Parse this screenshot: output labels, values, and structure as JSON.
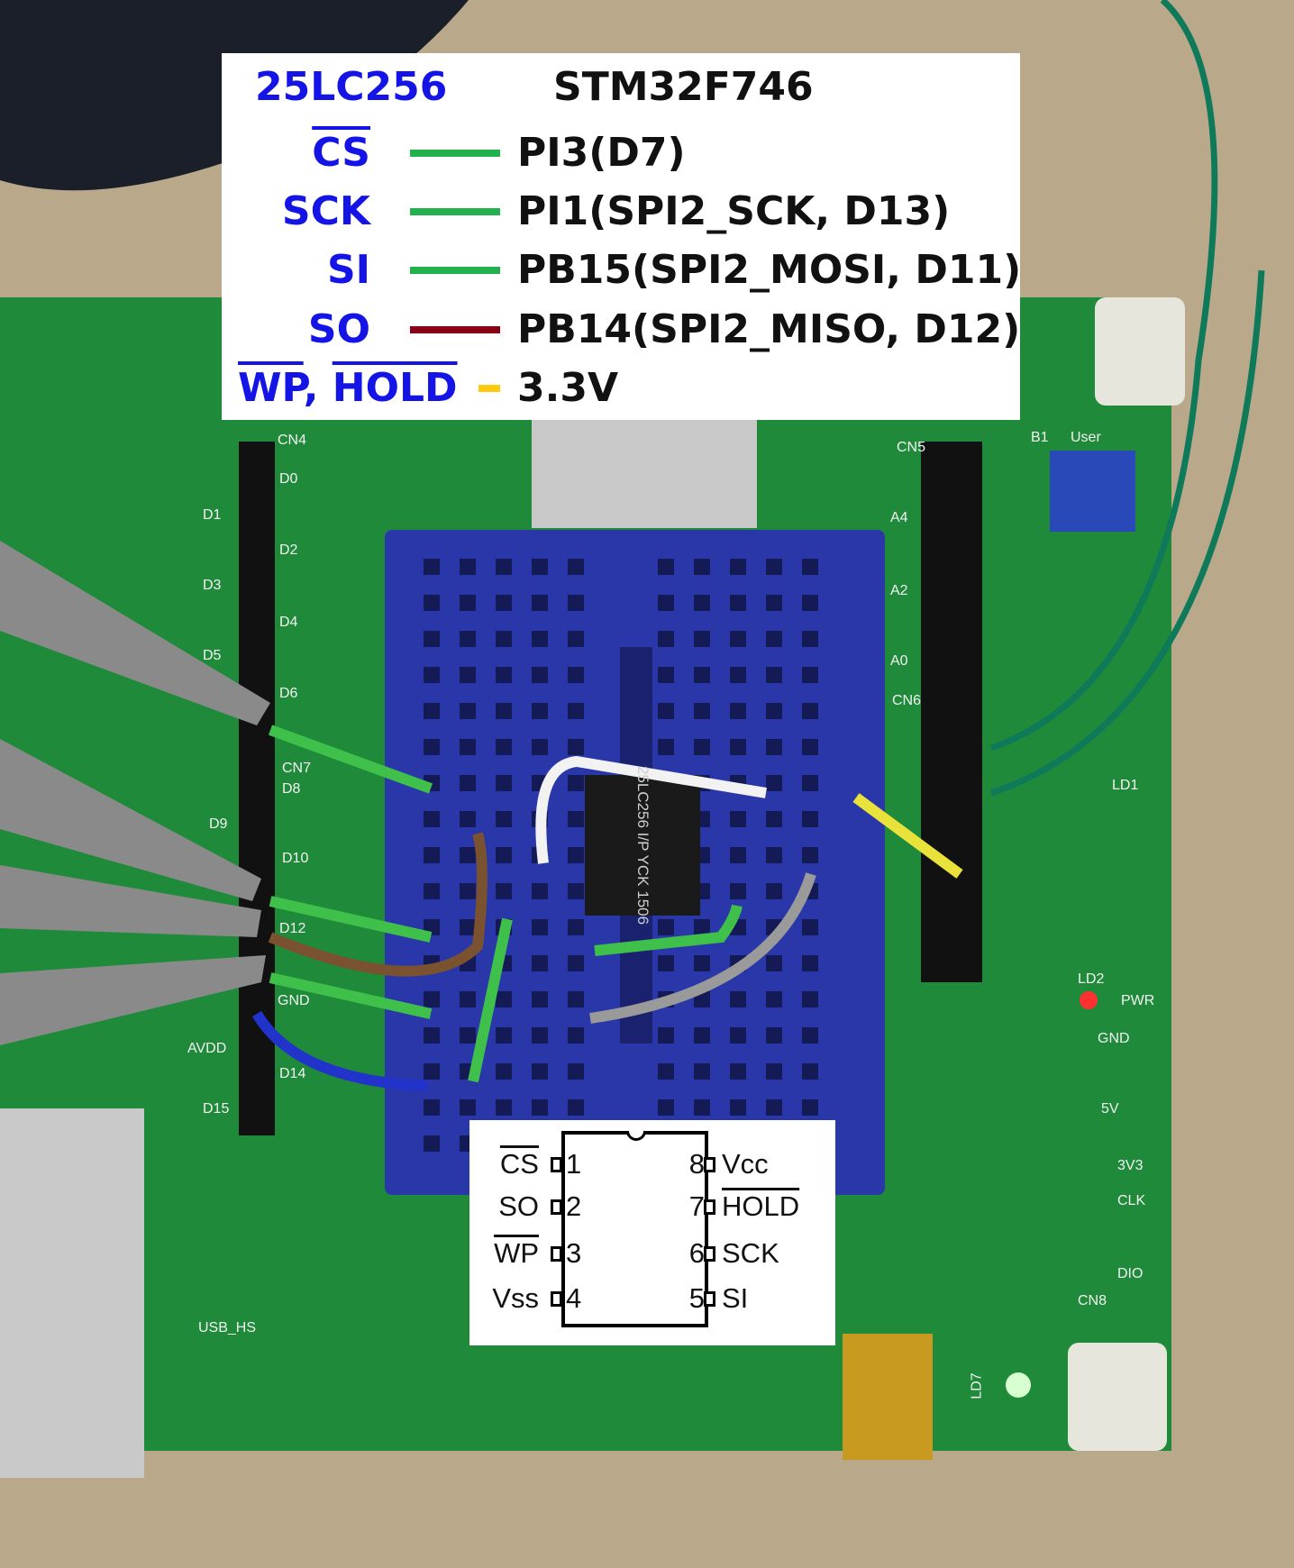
{
  "legend": {
    "eeprom_header": "25LC256",
    "mcu_header": "STM32F746",
    "rows": [
      {
        "eeprom_pin": "CS",
        "active_low": true,
        "mcu_pin": "PI3(D7)",
        "wire_color": "#22b14c"
      },
      {
        "eeprom_pin": "SCK",
        "active_low": false,
        "mcu_pin": "PI1(SPI2_SCK, D13)",
        "wire_color": "#22b14c"
      },
      {
        "eeprom_pin": "SI",
        "active_low": false,
        "mcu_pin": "PB15(SPI2_MOSI, D11)",
        "wire_color": "#22b14c"
      },
      {
        "eeprom_pin": "SO",
        "active_low": false,
        "mcu_pin": "PB14(SPI2_MISO, D12)",
        "wire_color": "#880015"
      },
      {
        "eeprom_pin_a": "WP",
        "eeprom_pin_sep": ",",
        "eeprom_pin_b": "HOLD",
        "active_low": true,
        "mcu_pin": "3.3V",
        "wire_color": "#ffc90e"
      }
    ]
  },
  "pinout": {
    "left": [
      {
        "num": "1",
        "name": "CS"
      },
      {
        "num": "2",
        "name": "SO"
      },
      {
        "num": "3",
        "name": "WP"
      },
      {
        "num": "4",
        "name": "Vss"
      }
    ],
    "right": [
      {
        "num": "8",
        "name": "Vcc"
      },
      {
        "num": "7",
        "name": "HOLD"
      },
      {
        "num": "6",
        "name": "SCK"
      },
      {
        "num": "5",
        "name": "SI"
      }
    ]
  },
  "photo": {
    "chip_marking": "25LC256 I/P YCK 1506",
    "board_labels": [
      "CN4",
      "D0",
      "D1",
      "D2",
      "D3",
      "D4",
      "D5",
      "D6",
      "CN7",
      "D8",
      "D9",
      "D10",
      "D12",
      "GND",
      "D14",
      "D15",
      "CN5",
      "A4",
      "A2",
      "A0",
      "CN6",
      "B1",
      "User",
      "LD1",
      "LD2",
      "PWR",
      "GND",
      "5V",
      "3V3",
      "CLK",
      "DIO",
      "CN8",
      "LD7",
      "USB_HS",
      "AVDD"
    ],
    "breadboard_color": "#2a37a8",
    "pcb_color": "#1f8a3a"
  }
}
